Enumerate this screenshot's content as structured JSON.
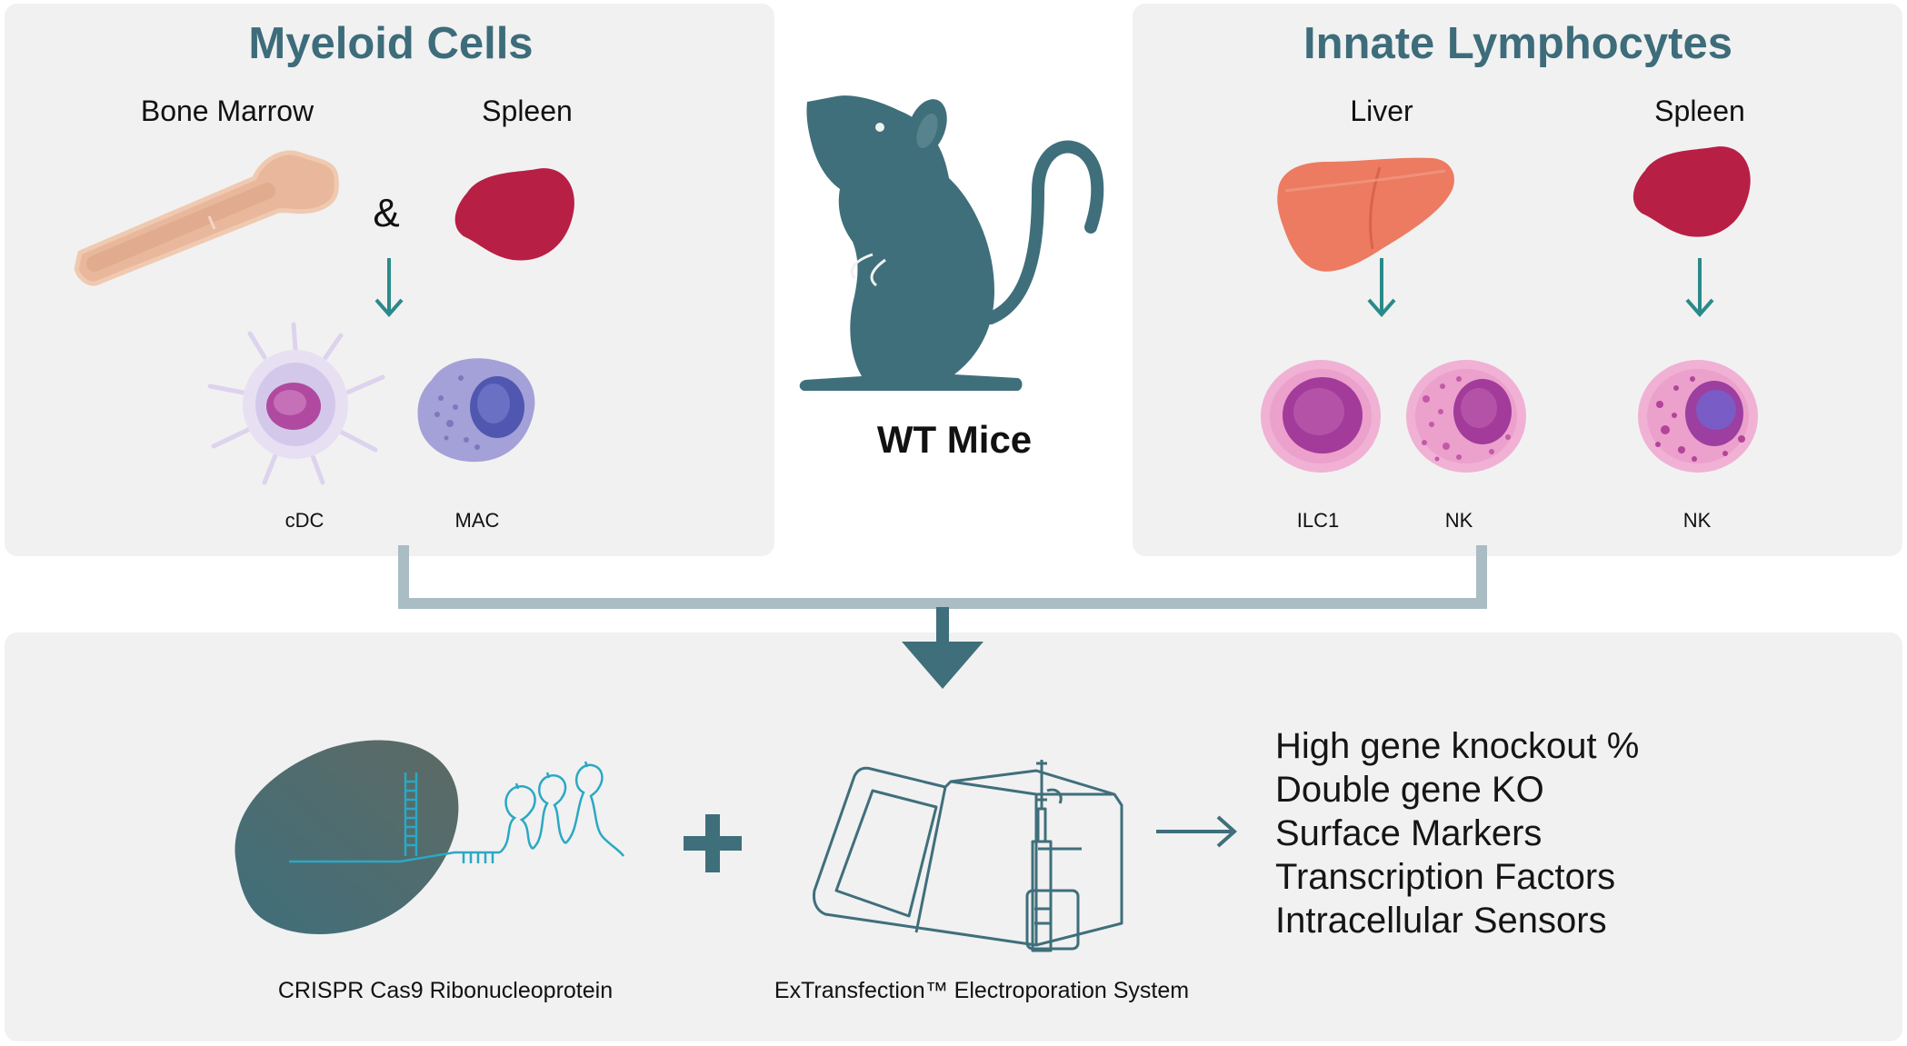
{
  "myeloid": {
    "title": "Myeloid Cells",
    "sources": [
      "Bone Marrow",
      "Spleen"
    ],
    "joiner": "&",
    "cells": [
      "cDC",
      "MAC"
    ]
  },
  "center": {
    "label": "WT Mice"
  },
  "innate": {
    "title": "Innate Lymphocytes",
    "sources": [
      "Liver",
      "Spleen"
    ],
    "cells": [
      "ILC1",
      "NK",
      "NK"
    ]
  },
  "bottom": {
    "rnp_caption": "CRISPR Cas9 Ribonucleoprotein",
    "plus": "+",
    "device_caption": "ExTransfection™ Electroporation System",
    "results": [
      "High gene knockout %",
      "Double gene KO",
      "Surface Markers",
      "Transcription Factors",
      "Intracellular Sensors"
    ]
  },
  "colors": {
    "title_teal": "#3d6c7a",
    "arrow_teal": "#2a8a8a",
    "spleen_red": "#b81f45",
    "liver_orange": "#ea7a62",
    "bone_tan": "#e8b79c",
    "mouse_slate": "#3f6f7b",
    "panel_bg": "#f1f1f1",
    "connector": "#aabcc4"
  },
  "icons": [
    "bone-icon",
    "spleen-icon",
    "liver-icon",
    "dendritic-cell-icon",
    "macrophage-icon",
    "ilc1-cell-icon",
    "nk-cell-icon",
    "mouse-icon",
    "rnp-icon",
    "electroporation-device-icon",
    "down-arrow-icon",
    "right-arrow-icon"
  ]
}
